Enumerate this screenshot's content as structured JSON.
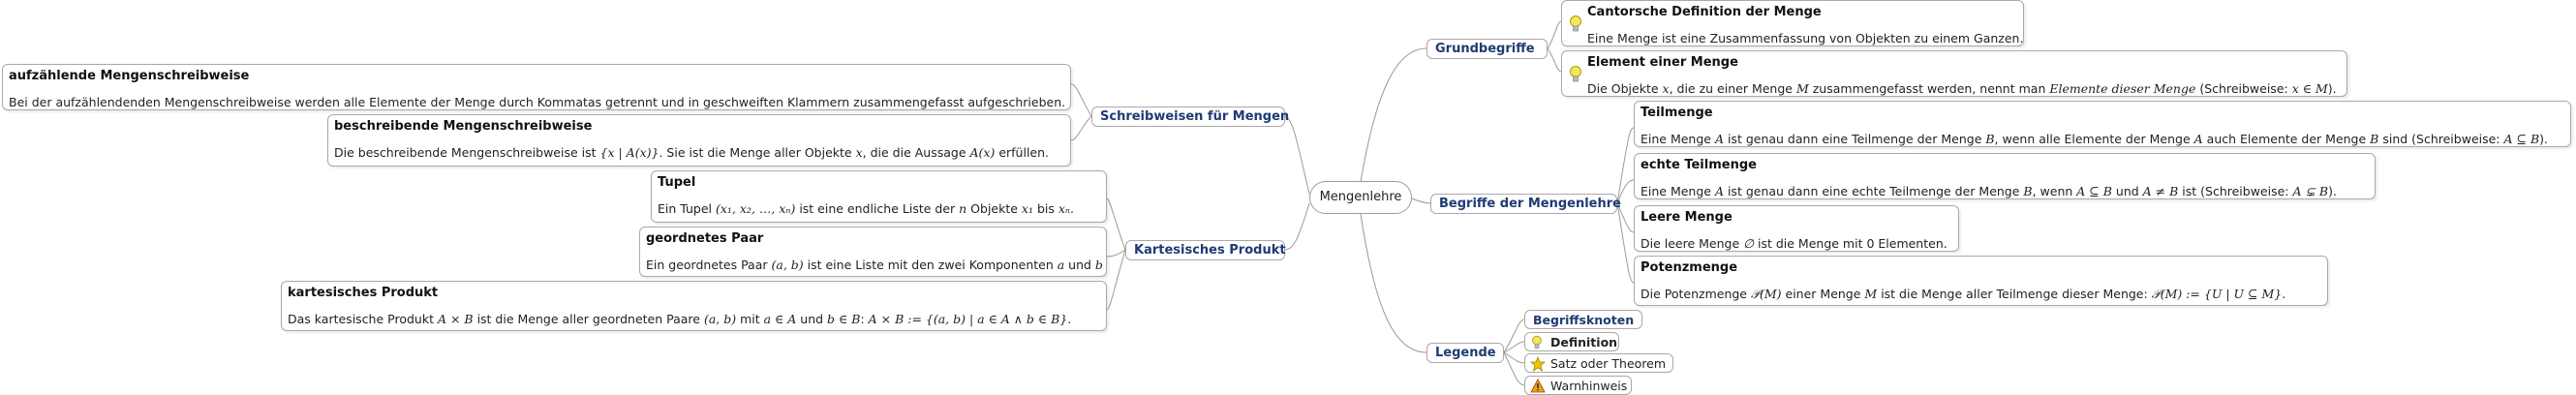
{
  "root": {
    "label": "Mengenlehre"
  },
  "branches": {
    "grundbegriffe": "Grundbegriffe",
    "schreibweisen": "Schreibweisen für Mengen",
    "begriffe": "Begriffe der Mengenlehre",
    "kartesisch": "Kartesisches Produkt",
    "legende": "Legende"
  },
  "nodes": {
    "cantor": {
      "title": "Cantorsche Definition der Menge",
      "text": "Eine Menge ist eine Zusammenfassung von Objekten zu einem Ganzen."
    },
    "element": {
      "title": "Element einer Menge",
      "t1": "Die Objekte ",
      "v1": "x",
      "t2": ", die zu einer Menge ",
      "v2": "M",
      "t3": " zusammengefasst werden, nennt man ",
      "em": "Elemente dieser Menge",
      "t4": " (Schreibweise: ",
      "f1": "x ∈ M",
      "t5": ")."
    },
    "teilmenge": {
      "title": "Teilmenge",
      "t1": "Eine Menge ",
      "v1": "A",
      "t2": " ist genau dann eine Teilmenge der Menge ",
      "v2": "B",
      "t3": ", wenn alle Elemente der Menge ",
      "v3": "A",
      "t4": " auch Elemente der Menge ",
      "v4": "B",
      "t5": " sind (Schreibweise: ",
      "f1": "A ⊆ B",
      "t6": ")."
    },
    "echte": {
      "title": "echte Teilmenge",
      "t1": "Eine Menge ",
      "v1": "A",
      "t2": " ist genau dann eine echte Teilmenge der Menge ",
      "v2": "B",
      "t3": ", wenn ",
      "f1": "A ⊆ B",
      "t4": " und ",
      "f2": "A ≠ B",
      "t5": " ist (Schreibweise: ",
      "f3": "A ⊊ B",
      "t6": ")."
    },
    "leere": {
      "title": "Leere Menge",
      "t1": "Die leere Menge ",
      "f1": "∅",
      "t2": " ist die Menge mit 0 Elementen."
    },
    "potenz": {
      "title": "Potenzmenge",
      "t1": "Die Potenzmenge ",
      "f1": "𝒫(M)",
      "t2": " einer Menge ",
      "v1": "M",
      "t3": " ist die Menge aller Teilmenge dieser Menge: ",
      "f2": "𝒫(M) := {U | U ⊆ M}",
      "t4": "."
    },
    "aufzaehlend": {
      "title": "aufzählende Mengenschreibweise",
      "text": "Bei der aufzählendenden Mengenschreibweise werden alle Elemente der Menge durch Kommatas getrennt und in geschweiften Klammern zusammengefasst aufgeschrieben."
    },
    "beschreibend": {
      "title": "beschreibende Mengenschreibweise",
      "t1": "Die beschreibende Mengenschreibweise ist ",
      "f1": "{x | A(x)}",
      "t2": ". Sie ist die Menge aller Objekte ",
      "v1": "x",
      "t3": ", die die Aussage ",
      "f2": "A(x)",
      "t4": " erfüllen."
    },
    "tupel": {
      "title": "Tupel",
      "t1": "Ein Tupel ",
      "f1": "(x₁, x₂, …, xₙ)",
      "t2": " ist eine endliche Liste der ",
      "v1": "n",
      "t3": " Objekte ",
      "f2": "x₁",
      "t4": " bis ",
      "f3": "xₙ",
      "t5": "."
    },
    "paar": {
      "title": "geordnetes Paar",
      "t1": "Ein geordnetes Paar ",
      "f1": "(a, b)",
      "t2": " ist eine Liste mit den zwei Komponenten ",
      "v1": "a",
      "t3": " und ",
      "v2": "b"
    },
    "kartprod": {
      "title": "kartesisches Produkt",
      "t1": "Das kartesische Produkt ",
      "f1": "A × B",
      "t2": " ist die Menge aller geordneten Paare ",
      "f2": "(a, b)",
      "t3": " mit ",
      "f3": "a ∈ A",
      "t4": " und ",
      "f4": "b ∈ B",
      "t5": ": ",
      "f5": "A × B := {(a, b) | a ∈ A ∧ b ∈ B}",
      "t6": "."
    }
  },
  "legend": {
    "begriffsknoten": "Begriffsknoten",
    "definition": "Definition",
    "satz": "Satz oder Theorem",
    "warnhinweis": "Warnhinweis"
  },
  "colors": {
    "topic_text": "#1f3b73",
    "border": "#a9a9a9",
    "edge": "#9a9a9a",
    "bulb": "#f3e65a",
    "star": "#f2c200",
    "warning": "#f0a020"
  }
}
